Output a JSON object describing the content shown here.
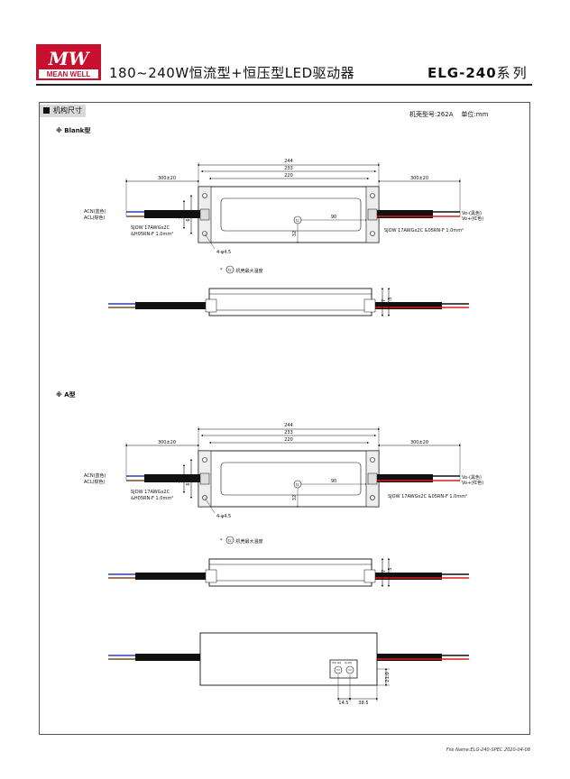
{
  "header": {
    "brand_mark": "MW",
    "brand_name": "MEAN WELL",
    "title": "180~240W恒流型+恒压型LED驱动器",
    "series_model": "ELG-240",
    "series_suffix": "系列"
  },
  "section": {
    "title": "机构尺寸",
    "case_no_label": "机壳型号:262A",
    "unit_label": "单位:mm"
  },
  "variants": [
    {
      "label": "※ Blank型",
      "dims": {
        "overall": "244",
        "mount": "233",
        "body": "220",
        "left_lead": "300±20",
        "right_lead": "300±20",
        "h1": "71",
        "h2": "63.5",
        "tc_x": "90",
        "tc_y": "32",
        "hole": "4-φ4.5"
      },
      "acn": "ACN(蓝色)",
      "acl": "ACL(棕色)",
      "cable_left_1": "SJOW 17AWGx2C",
      "cable_left_2": "&H05RN-F 1.0mm²",
      "cable_right": "SJOW 17AWGx2C &05RN-F 1.0mm²",
      "vo_minus": "Vo-(黑色)",
      "vo_plus": "Vo+(红色)",
      "tc_label": "tc",
      "tc_note": ":机壳最大温度",
      "side_h1": "37",
      "side_h2": "37.5"
    },
    {
      "label": "※ A型",
      "dims": {
        "overall": "244",
        "mount": "233",
        "body": "220",
        "left_lead": "300±20",
        "right_lead": "300±20",
        "h1": "71",
        "h2": "63.5",
        "tc_x": "90",
        "tc_y": "32",
        "hole": "4-φ4.5"
      },
      "acn": "ACN(蓝色)",
      "acl": "ACL(棕色)",
      "cable_left_1": "SJOW 17AWGx2C",
      "cable_left_2": "&H05RN-F 1.0mm²",
      "cable_right": "SJOW 17AWGx2C &05RN-F 1.0mm²",
      "vo_minus": "Vo-(黑色)",
      "vo_plus": "Vo+(红色)",
      "tc_label": "tc",
      "tc_note": ":机壳最大温度",
      "side_h1": "37",
      "side_h2": "37.5",
      "bottom_dims": {
        "h": "21.0",
        "a": "14.5",
        "b": "38.5"
      },
      "trim_labels": [
        "VOL ADJ",
        "IO ADJ"
      ]
    }
  ],
  "footer": {
    "file_name": "File Name:ELG-240-SPEC   2020-04-08"
  },
  "colors": {
    "brand_red": "#c8102e",
    "wire_blue": "#2b3fb0",
    "wire_brown": "#7a4a2a",
    "wire_red": "#e01a1a",
    "wire_black": "#111111"
  }
}
